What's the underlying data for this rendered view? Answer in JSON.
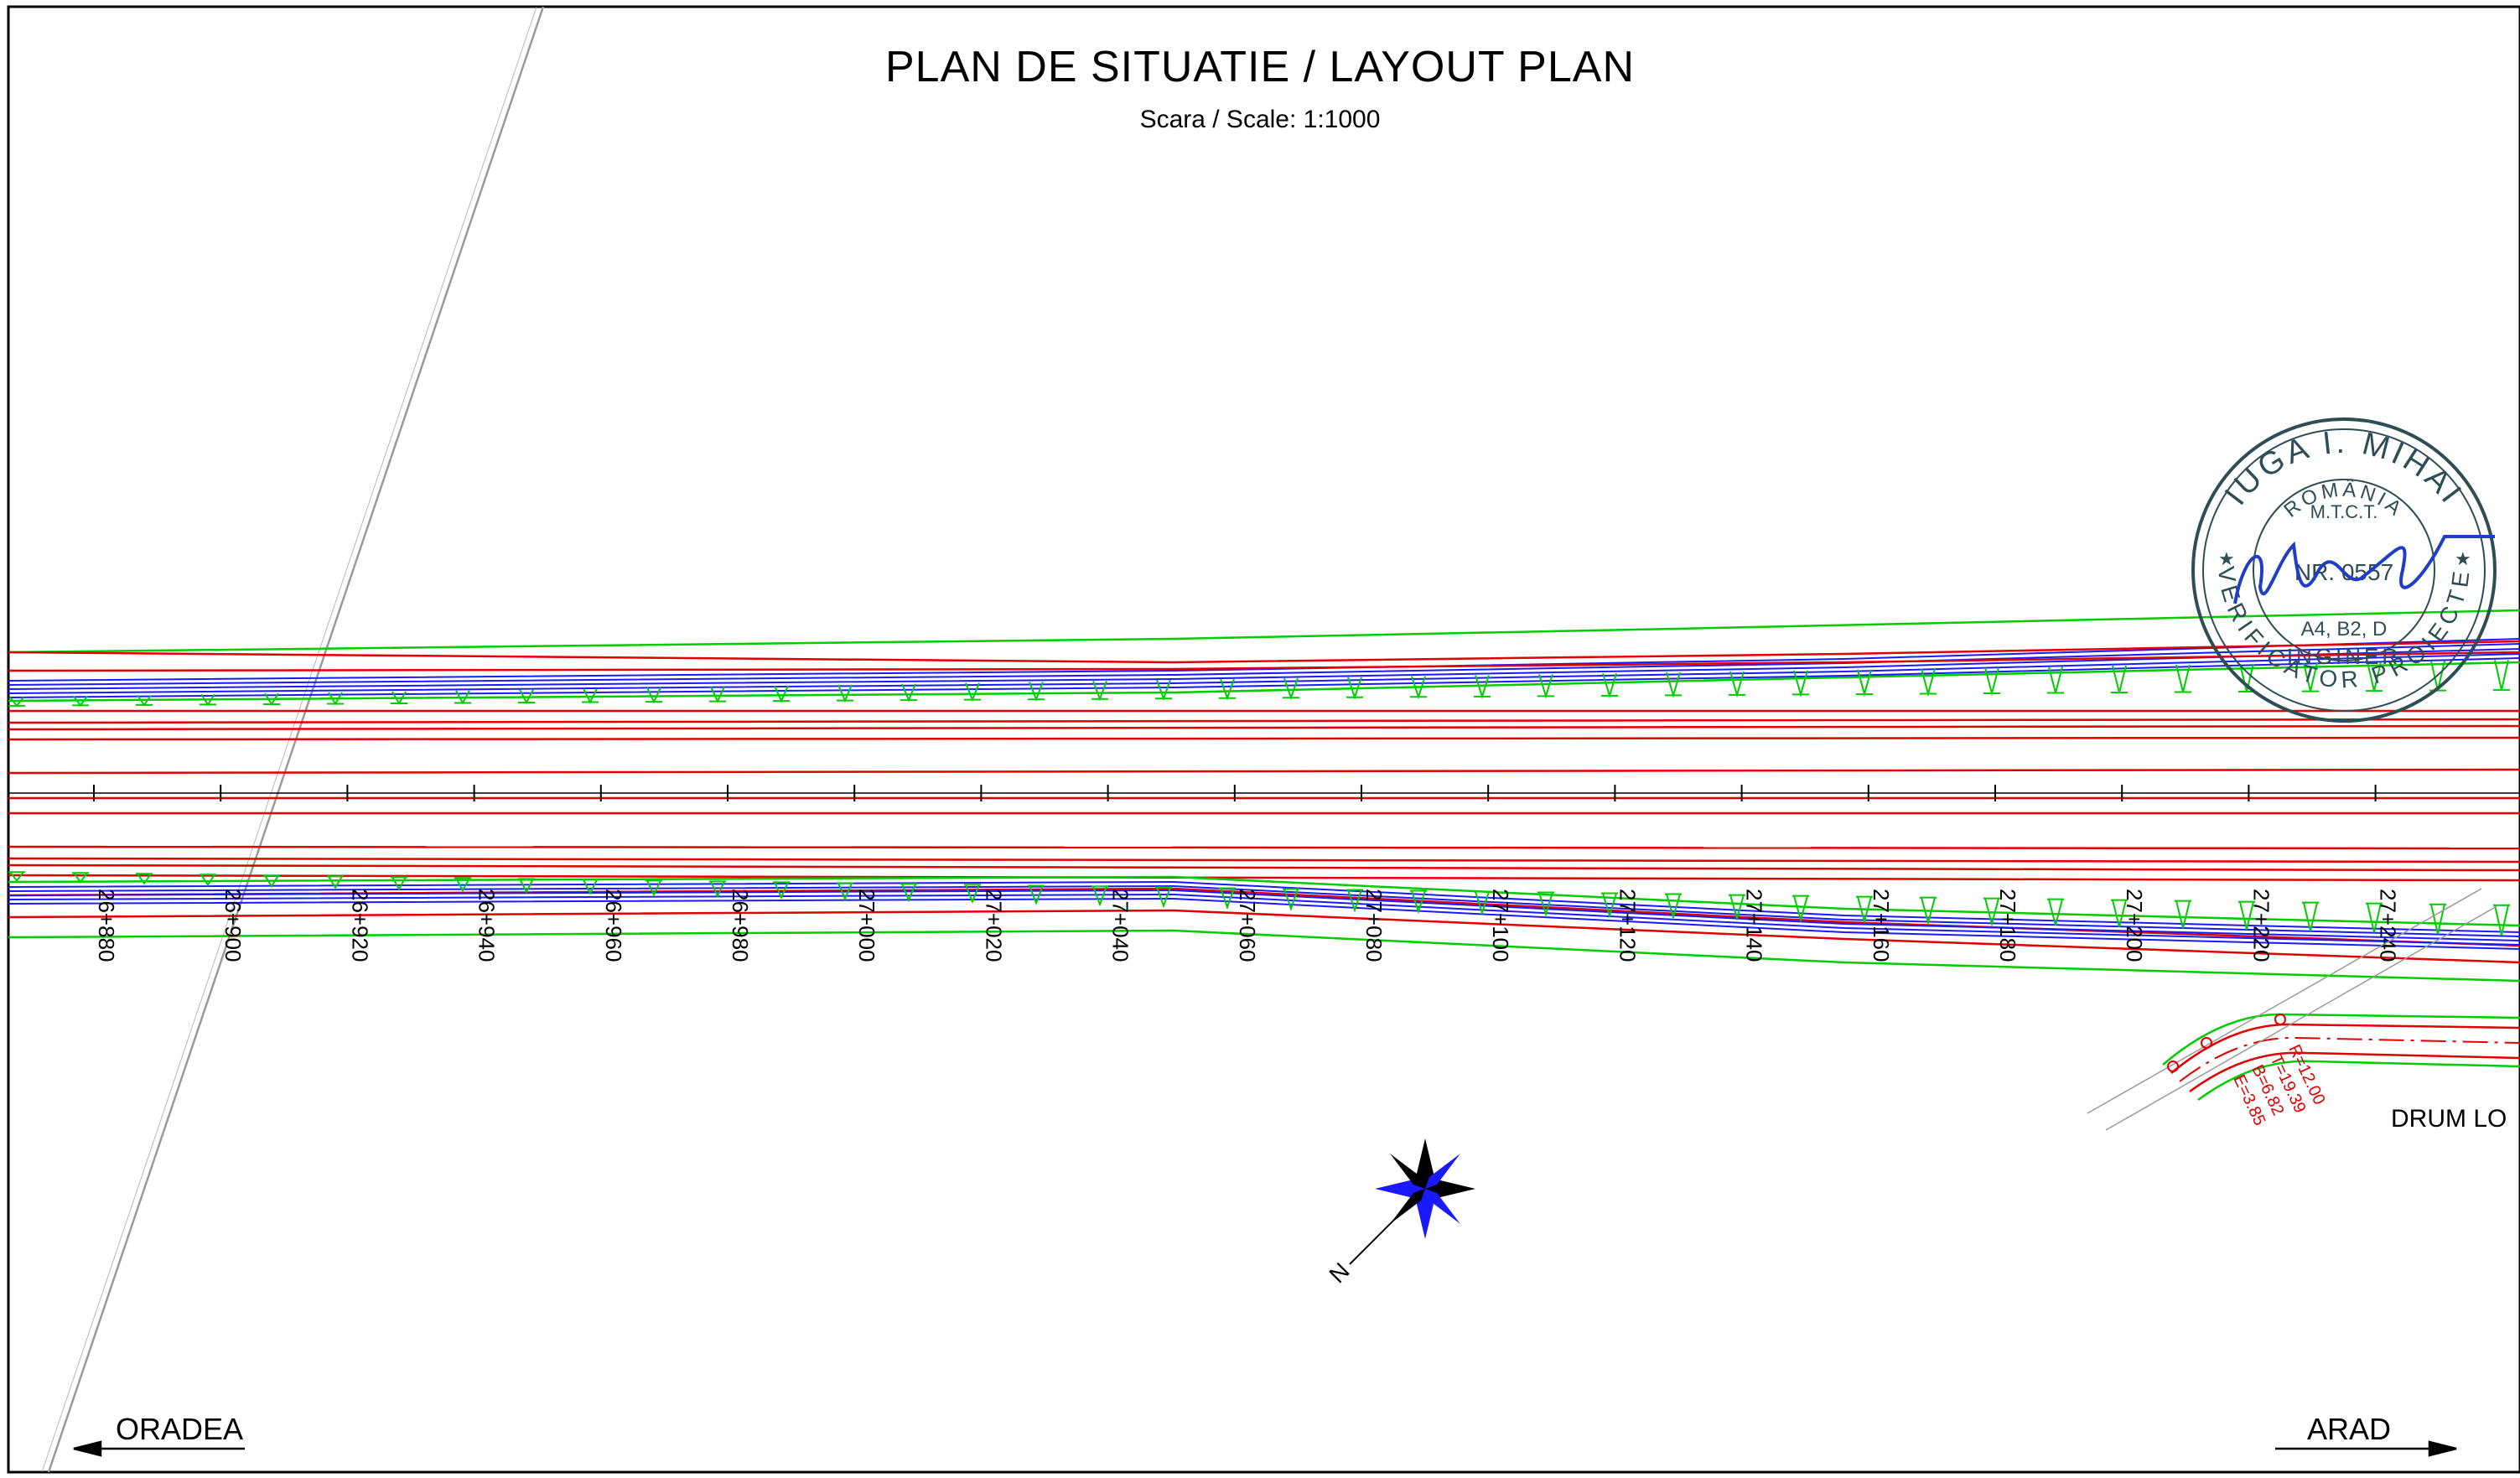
{
  "title": "PLAN DE SITUATIE / LAYOUT PLAN",
  "scale": "Scara / Scale: 1:1000",
  "directions": {
    "left": "ORADEA",
    "right": "ARAD"
  },
  "side_road_label": "DRUM LO",
  "compass_label": "N",
  "chainages": [
    "26+880",
    "26+900",
    "26+920",
    "26+940",
    "26+960",
    "26+980",
    "27+000",
    "27+020",
    "27+040",
    "27+060",
    "27+080",
    "27+100",
    "27+120",
    "27+140",
    "27+160",
    "27+180",
    "27+200",
    "27+220",
    "27+240"
  ],
  "curve_annotations": [
    "R=12.00",
    "T=19.39",
    "B=6.82",
    "E=3.85"
  ],
  "stamp": {
    "name": "IUGA I. MIHAI",
    "country": "ROMÂNIA",
    "ministry": "M.T.C.T.",
    "number": "NR. 0557",
    "category": "A4, B2, D",
    "role_top": "INGINER",
    "role_bottom": "VERIFICATOR PROIECTE"
  },
  "colors": {
    "road_edges": "#e00000",
    "slopes": "#00cc00",
    "hatch": "#1a1aff",
    "frame": "#000000",
    "stamp": "#2f4d55",
    "signature": "#1f3ec8"
  }
}
